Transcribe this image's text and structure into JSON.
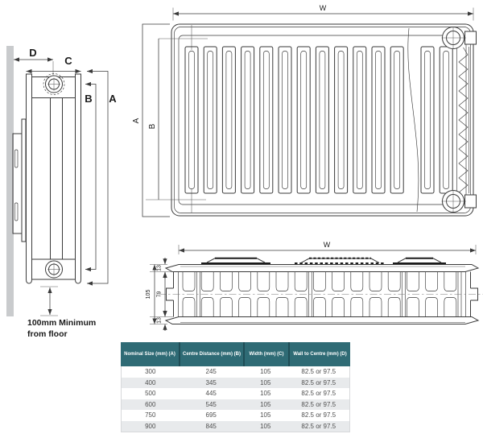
{
  "colors": {
    "line": "#3a3a3a",
    "wall_fill": "#c9cbcd",
    "table_header_bg": "#2f6b75",
    "table_header_divider": "#1f4d56",
    "table_header_text": "#ffffff",
    "table_row_alt_bg": "#e8eaec",
    "table_text": "#4f4f4f"
  },
  "side_view": {
    "dim_d": "D",
    "dim_c": "C",
    "dim_b": "B",
    "dim_a": "A",
    "floor_note_line1": "100mm Minimum",
    "floor_note_line2": "from floor"
  },
  "front_view": {
    "dim_w": "W",
    "dim_a": "A",
    "dim_b": "B"
  },
  "section_view": {
    "dim_w": "W",
    "dim_overall": "105",
    "dim_top": "13",
    "dim_middle": "79",
    "dim_bottom": "13"
  },
  "table": {
    "headers": [
      "Nominal Size (mm) (A)",
      "Centre Distance (mm) (B)",
      "Width (mm) (C)",
      "Wall to Centre (mm) (D)"
    ],
    "rows": [
      [
        "300",
        "245",
        "105",
        "82.5 or 97.5"
      ],
      [
        "400",
        "345",
        "105",
        "82.5 or 97.5"
      ],
      [
        "500",
        "445",
        "105",
        "82.5 or 97.5"
      ],
      [
        "600",
        "545",
        "105",
        "82.5 or 97.5"
      ],
      [
        "750",
        "695",
        "105",
        "82.5 or 97.5"
      ],
      [
        "900",
        "845",
        "105",
        "82.5 or 97.5"
      ]
    ]
  }
}
